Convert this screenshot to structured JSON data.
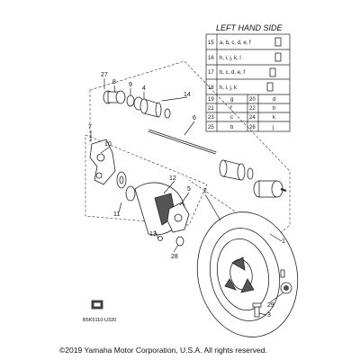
{
  "table": {
    "title": "LEFT HAND SIDE",
    "rows": [
      {
        "no": "15",
        "text": "a, b, c, d, e, f"
      },
      {
        "no": "16",
        "text": "h, i, j, k, l"
      },
      {
        "no": "17",
        "text": "b, c, d, e, f"
      },
      {
        "no": "18",
        "text": "h, i, j, k"
      }
    ],
    "pairs": [
      {
        "a": "19",
        "b": "g",
        "c": "20",
        "d": "d"
      },
      {
        "a": "21",
        "b": "f",
        "c": "22",
        "d": "h"
      },
      {
        "a": "23",
        "b": "c",
        "c": "24",
        "d": "k"
      },
      {
        "a": "25",
        "b": "b",
        "c": "26",
        "d": "j"
      }
    ]
  },
  "callouts": {
    "c27": "27",
    "c8": "8",
    "c9": "9",
    "c4": "4",
    "c14": "14",
    "c6": "6",
    "c7": "7",
    "c10": "10",
    "c12": "12",
    "c5": "5",
    "c2": "2",
    "c1": "1",
    "c11": "11",
    "c13": "13",
    "c28": "28",
    "c29": "29",
    "c3": "3"
  },
  "code": "B5K5110-U320",
  "copyright": "©2019 Yamaha Motor Corporation, U.S.A. All rights reserved."
}
